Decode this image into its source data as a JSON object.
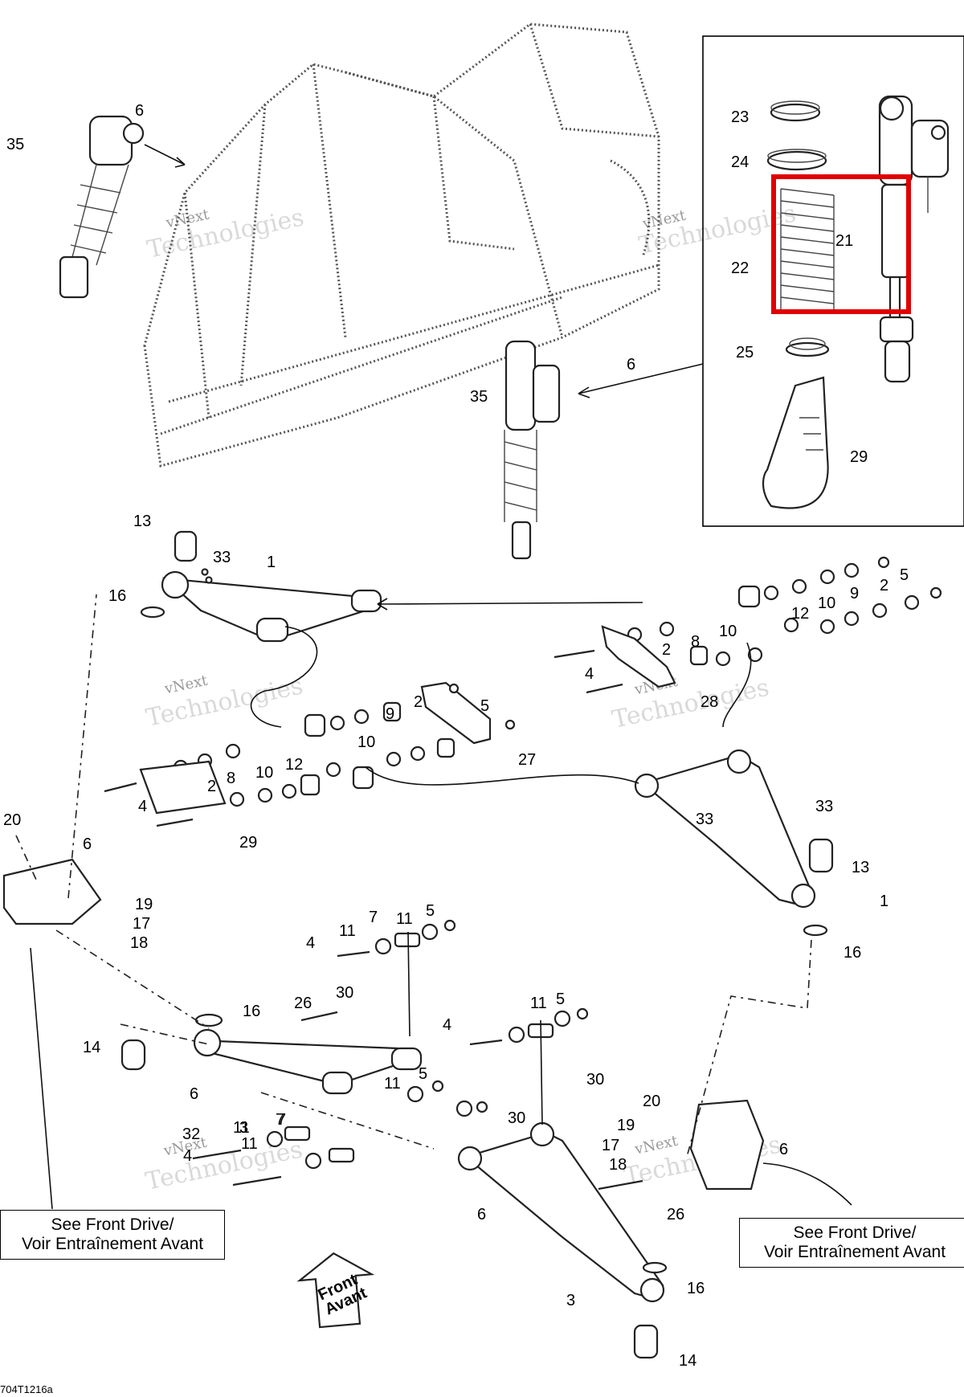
{
  "diagram": {
    "callouts": [
      {
        "label": "35"
      },
      {
        "label": "6"
      },
      {
        "label": "6"
      },
      {
        "label": "35"
      },
      {
        "label": "23"
      },
      {
        "label": "24"
      },
      {
        "label": "21"
      },
      {
        "label": "22"
      },
      {
        "label": "25"
      },
      {
        "label": "29"
      },
      {
        "label": "13"
      },
      {
        "label": "33"
      },
      {
        "label": "1"
      },
      {
        "label": "16"
      },
      {
        "label": "5"
      },
      {
        "label": "2"
      },
      {
        "label": "9"
      },
      {
        "label": "10"
      },
      {
        "label": "12"
      },
      {
        "label": "4"
      },
      {
        "label": "2"
      },
      {
        "label": "8"
      },
      {
        "label": "10"
      },
      {
        "label": "28"
      },
      {
        "label": "5"
      },
      {
        "label": "2"
      },
      {
        "label": "9"
      },
      {
        "label": "10"
      },
      {
        "label": "27"
      },
      {
        "label": "8"
      },
      {
        "label": "10"
      },
      {
        "label": "12"
      },
      {
        "label": "2"
      },
      {
        "label": "4"
      },
      {
        "label": "29"
      },
      {
        "label": "33"
      },
      {
        "label": "33"
      },
      {
        "label": "13"
      },
      {
        "label": "1"
      },
      {
        "label": "16"
      },
      {
        "label": "20"
      },
      {
        "label": "6"
      },
      {
        "label": "19"
      },
      {
        "label": "17"
      },
      {
        "label": "18"
      },
      {
        "label": "7"
      },
      {
        "label": "11"
      },
      {
        "label": "5"
      },
      {
        "label": "11"
      },
      {
        "label": "4"
      },
      {
        "label": "16"
      },
      {
        "label": "26"
      },
      {
        "label": "30"
      },
      {
        "label": "14"
      },
      {
        "label": "6"
      },
      {
        "label": "3"
      },
      {
        "label": "5"
      },
      {
        "label": "11"
      },
      {
        "label": "11"
      },
      {
        "label": "7"
      },
      {
        "label": "11"
      },
      {
        "label": "5"
      },
      {
        "label": "4"
      },
      {
        "label": "30"
      },
      {
        "label": "30"
      },
      {
        "label": "20"
      },
      {
        "label": "19"
      },
      {
        "label": "17"
      },
      {
        "label": "18"
      },
      {
        "label": "6"
      },
      {
        "label": "32"
      },
      {
        "label": "11"
      },
      {
        "label": "7"
      },
      {
        "label": "4"
      },
      {
        "label": "26"
      },
      {
        "label": "6"
      },
      {
        "label": "3"
      },
      {
        "label": "16"
      },
      {
        "label": "14"
      }
    ],
    "notes": {
      "left": {
        "line1": "See Front Drive/",
        "line2": "Voir Entraînement Avant"
      },
      "right": {
        "line1": "See Front Drive/",
        "line2": "Voir Entraînement Avant"
      }
    },
    "direction_arrow": {
      "line1": "Front",
      "line2": "Avant"
    },
    "watermark": {
      "line1": "vNext",
      "line2": "Technologies"
    },
    "drawing_number": "704T1216a",
    "highlight_color": "#e00000"
  }
}
